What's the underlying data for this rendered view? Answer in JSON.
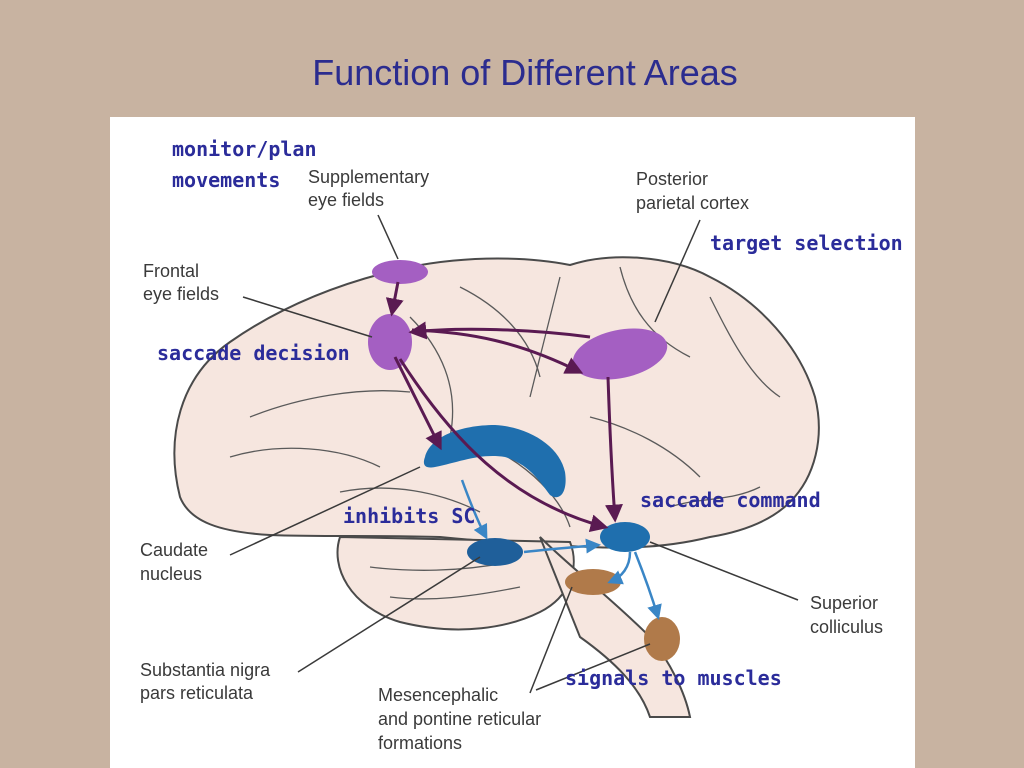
{
  "slide": {
    "title": "Function of Different Areas"
  },
  "figure_labels": {
    "supplementary_eye_fields": [
      "Supplementary",
      "eye fields"
    ],
    "posterior_parietal_cortex": [
      "Posterior",
      "parietal cortex"
    ],
    "frontal_eye_fields": [
      "Frontal",
      "eye fields"
    ],
    "caudate_nucleus": [
      "Caudate",
      "nucleus"
    ],
    "substantia_nigra": [
      "Substantia nigra",
      "pars reticulata"
    ],
    "mesencephalic": [
      "Mesencephalic",
      "and pontine reticular",
      "formations"
    ],
    "superior_colliculus": [
      "Superior",
      "colliculus"
    ]
  },
  "annotations": {
    "monitor_plan": [
      "monitor/plan",
      "movements"
    ],
    "target_selection": "target selection",
    "saccade_decision": "saccade decision",
    "inhibits_sc": "inhibits SC",
    "saccade_command": "saccade command",
    "signals_to_muscles": "signals to muscles"
  },
  "colors": {
    "background": "#c8b3a1",
    "title": "#2b2c8f",
    "annotation": "#2b2c9a",
    "brain_fill": "#f6e6df",
    "cortex_area": "#a45fc2",
    "basal_area": "#1f6fae",
    "brainstem_area": "#b07a4a",
    "arrow_dark": "#5a1a52",
    "arrow_blue": "#3a86c6"
  }
}
